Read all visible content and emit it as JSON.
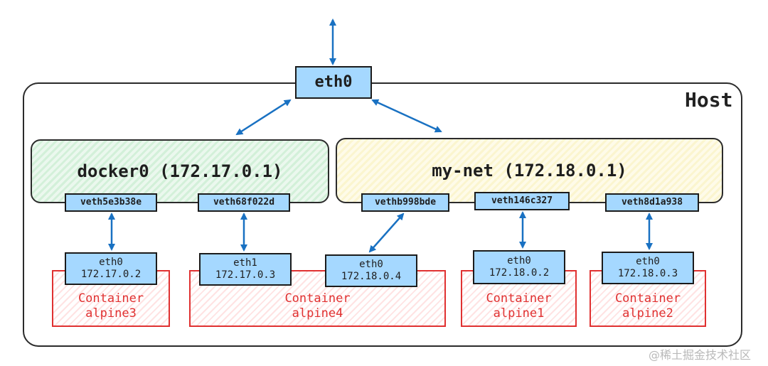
{
  "host": {
    "label": "Host"
  },
  "eth0": {
    "label": "eth0"
  },
  "bridges": {
    "docker0": "docker0 (172.17.0.1)",
    "mynet": "my-net (172.18.0.1)"
  },
  "veths": {
    "v1": "veth5e3b38e",
    "v2": "veth68f022d",
    "v3": "vethb998bde",
    "v4": "veth146c327",
    "v5": "veth8d1a938"
  },
  "container_ifaces": {
    "alpine3_eth0": "eth0\n172.17.0.2",
    "alpine4_eth1": "eth1\n172.17.0.3",
    "alpine4_eth0": "eth0\n172.18.0.4",
    "alpine1_eth0": "eth0\n172.18.0.2",
    "alpine2_eth0": "eth0\n172.18.0.3"
  },
  "containers": {
    "alpine3": "Container\nalpine3",
    "alpine4": "Container\nalpine4",
    "alpine1": "Container\nalpine1",
    "alpine2": "Container\nalpine2"
  },
  "colors": {
    "interface_fill": "#a5d8ff",
    "arrow": "#1971c2",
    "container_stroke": "#e03131",
    "docker0_fill": "#d3f0d9",
    "mynet_fill": "#fbf5cf"
  },
  "watermark": "@稀土掘金技术社区"
}
